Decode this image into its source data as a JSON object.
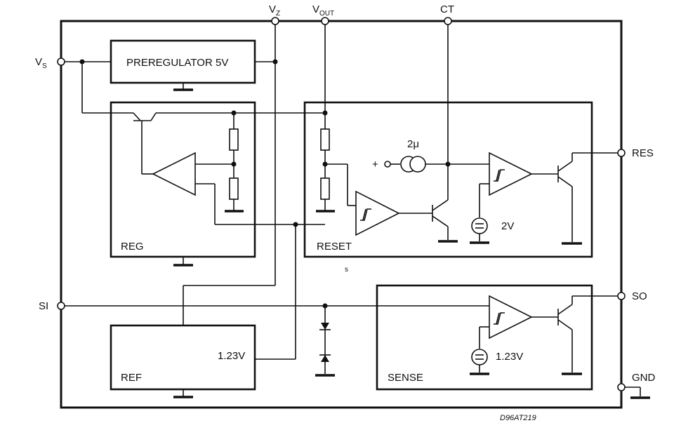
{
  "pins": {
    "vs": "V",
    "vs_sub": "S",
    "vz": "V",
    "vz_sub": "Z",
    "vout": "V",
    "vout_sub": "OUT",
    "ct": "CT",
    "res": "RES",
    "si": "SI",
    "so": "SO",
    "gnd": "GND"
  },
  "blocks": {
    "preregulator": "PREREGULATOR 5V",
    "reg": "REG",
    "reset": "RESET",
    "ref": "REF",
    "sense": "SENSE"
  },
  "labels": {
    "current_source": "2μ",
    "plus": "+",
    "ref_voltage": "1.23V",
    "reset_threshold": "2V",
    "sense_threshold": "1.23V",
    "stray_mark": "s",
    "drawing_code": "D96AT219"
  }
}
